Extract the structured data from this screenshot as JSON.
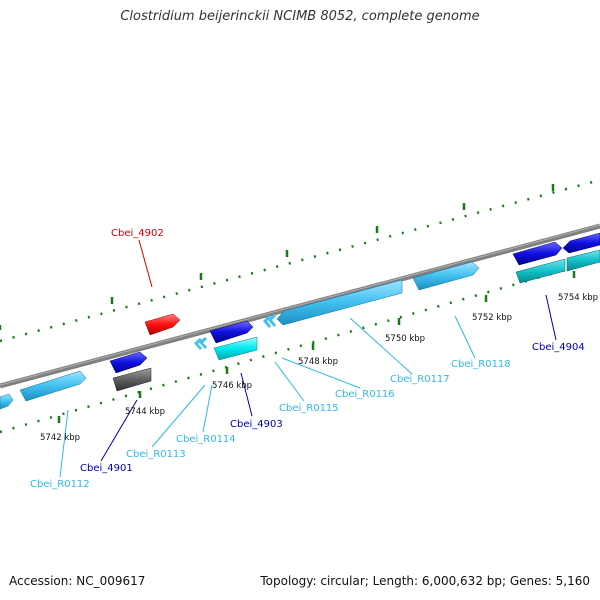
{
  "title": "Clostridium beijerinckii NCIMB 8052, complete genome",
  "footer": {
    "accession": "Accession: NC_009617",
    "info": "Topology: circular; Length: 6,000,632 bp; Genes: 5,160"
  },
  "colors": {
    "backbone": "#808080",
    "tick": "#1a7a1a",
    "gene_dark_blue": "#1010e0",
    "gene_light_blue": "#40c0f0",
    "gene_cyan": "#00e8f0",
    "gene_teal": "#10c0c8",
    "gene_red": "#ff1010",
    "gene_gray": "#606060",
    "label_red": "#cc0000",
    "label_dark_blue": "#0000b0",
    "label_light_blue": "#30b8e8"
  },
  "scale_labels": [
    "5742 kbp",
    "5744 kbp",
    "5746 kbp",
    "5748 kbp",
    "5750 kbp",
    "5752 kbp",
    "5754 kbp"
  ],
  "gene_labels": [
    {
      "id": "g4902",
      "text": "Cbei_4902",
      "kind": "red"
    },
    {
      "id": "g4901",
      "text": "Cbei_4901",
      "kind": "dark"
    },
    {
      "id": "gR0112",
      "text": "Cbei_R0112",
      "kind": "light"
    },
    {
      "id": "gR0113",
      "text": "Cbei_R0113",
      "kind": "light"
    },
    {
      "id": "gR0114",
      "text": "Cbei_R0114",
      "kind": "light"
    },
    {
      "id": "g4903",
      "text": "Cbei_4903",
      "kind": "dark"
    },
    {
      "id": "gR0115",
      "text": "Cbei_R0115",
      "kind": "light"
    },
    {
      "id": "gR0116",
      "text": "Cbei_R0116",
      "kind": "light"
    },
    {
      "id": "gR0117",
      "text": "Cbei_R0117",
      "kind": "light"
    },
    {
      "id": "gR0118",
      "text": "Cbei_R0118",
      "kind": "light"
    },
    {
      "id": "g4904",
      "text": "Cbei_4904",
      "kind": "dark"
    }
  ]
}
